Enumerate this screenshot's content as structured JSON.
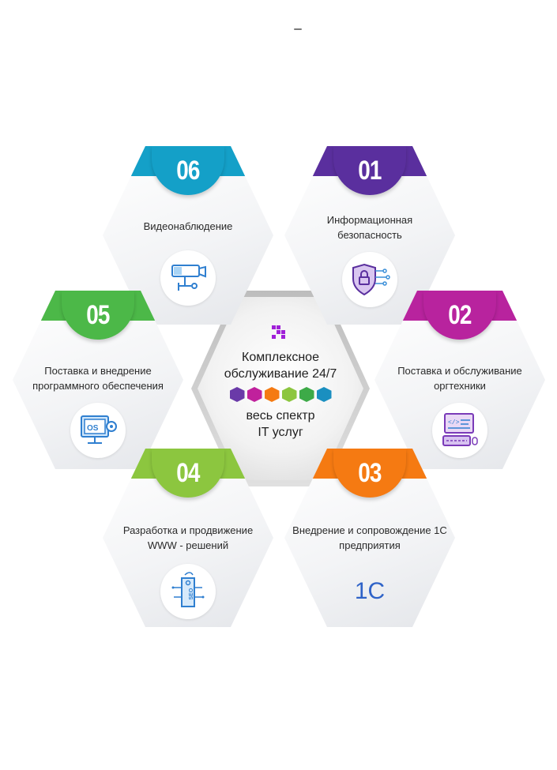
{
  "center": {
    "line1": "Комплексное",
    "line2": "обслуживание 24/7",
    "line3": "весь спектр",
    "line4": "IT услуг",
    "dot_colors": [
      "#6a3aa8",
      "#c0219c",
      "#f57a12",
      "#8cc63f",
      "#3daa48",
      "#1a8fc0"
    ],
    "logo_color": "#a020d8"
  },
  "items": [
    {
      "num": "06",
      "label": "Видеонаблюдение",
      "color": "#14a0c8",
      "icon": "cctv-camera-icon"
    },
    {
      "num": "01",
      "label": "Информационная безопасность",
      "color": "#5a2f9e",
      "icon": "shield-lock-icon"
    },
    {
      "num": "05",
      "label": "Поставка и внедрение программного обеспечения",
      "color": "#4cb848",
      "icon": "os-monitor-icon"
    },
    {
      "num": "02",
      "label": "Поставка и обслуживание оргтехники",
      "color": "#b8239e",
      "icon": "computer-keyboard-icon"
    },
    {
      "num": "04",
      "label": "Разработка и продвижение WWW - решений",
      "color": "#8cc63f",
      "icon": "seo-tag-icon"
    },
    {
      "num": "03",
      "label": "Внедрение и сопровождение 1С предприятия",
      "color": "#f57a12",
      "icon": "1c-logo-icon",
      "icon_text": "1С"
    }
  ]
}
